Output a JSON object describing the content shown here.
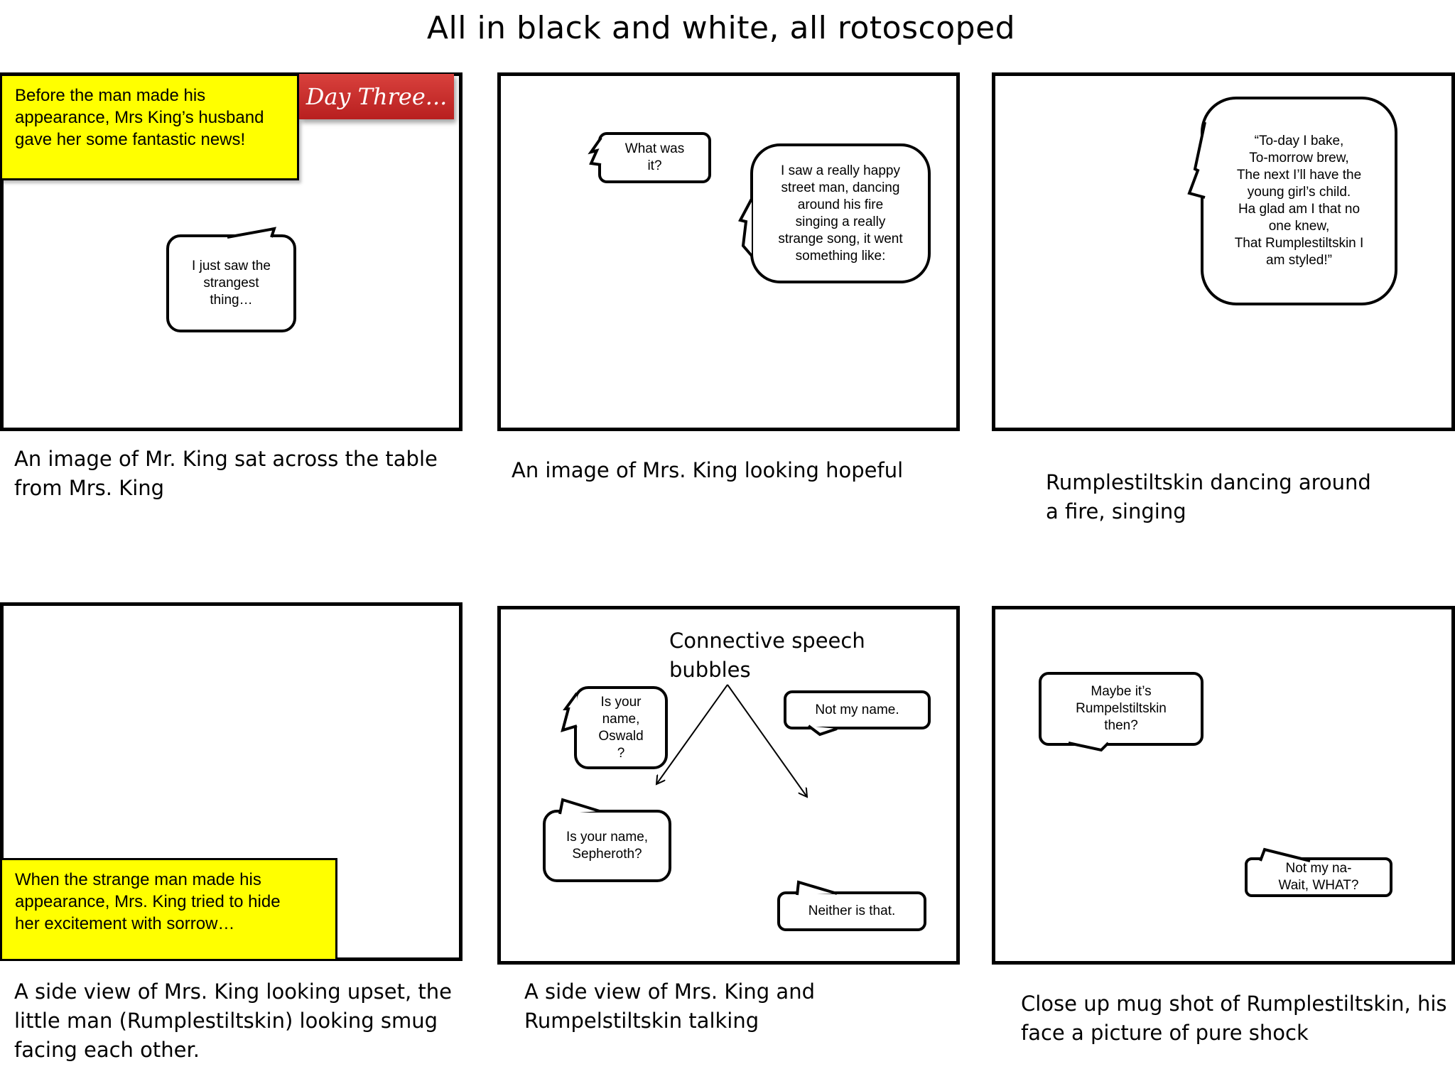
{
  "title": "All in black and white, all rotoscoped",
  "panels": {
    "p1": {
      "note": "Before the man made his\nappearance, Mrs King’s husband\ngave her some fantastic news!",
      "day_tag": "Day Three...",
      "bubble": "I just saw the\nstrangest\nthing…",
      "caption": "An image of Mr. King sat across the table\nfrom Mrs. King"
    },
    "p2": {
      "bubble1": "What was\nit?",
      "bubble2": "I saw a really happy\nstreet man, dancing\naround his fire\nsinging a really\nstrange song, it went\nsomething like:",
      "caption": "An image of Mrs. King looking hopeful"
    },
    "p3": {
      "bubble": "“To-day I bake,\nTo-morrow brew,\nThe next I’ll have the\nyoung girl’s child.\nHa glad am I that no\none knew,\nThat Rumplestiltskin I\nam styled!”",
      "caption": "Rumplestiltskin dancing around\na fire, singing"
    },
    "p4": {
      "note": "When the strange man made his\nappearance, Mrs. King tried to hide\nher excitement with sorrow…",
      "caption": "A side view of Mrs. King looking upset, the\nlittle man (Rumplestiltskin) looking smug\nfacing each other."
    },
    "p5": {
      "annotation": "Connective speech\nbubbles",
      "bubble1": "Is your\nname,\nOswald\n?",
      "bubble2": "Not my name.",
      "bubble3": "Is your name,\nSepheroth?",
      "bubble4": "Neither is that.",
      "caption": "A side view of Mrs. King and\nRumpelstiltskin talking"
    },
    "p6": {
      "bubble1": "Maybe it’s\nRumpelstiltskin\nthen?",
      "bubble2": "Not my na-\nWait, WHAT?",
      "caption": "Close up mug shot of Rumplestiltskin, his\nface a picture of pure shock"
    }
  },
  "colors": {
    "note_bg": "#ffff00",
    "day_tag_bg": "#c62b28",
    "border": "#000000"
  }
}
